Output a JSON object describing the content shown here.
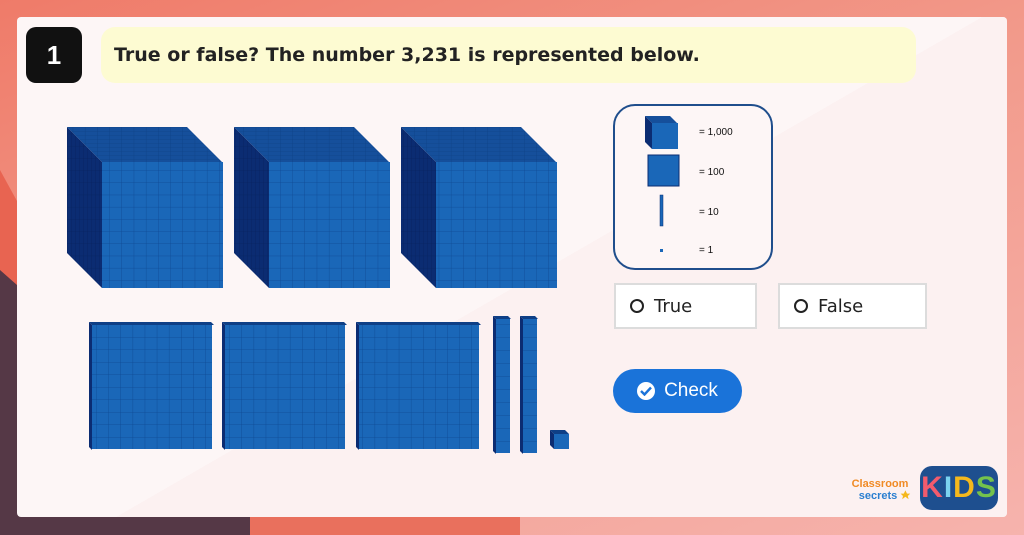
{
  "question": {
    "number": "1",
    "text": "True or false? The number 3,231 is represented below."
  },
  "key": {
    "items": [
      {
        "icon": "thousand-cube-icon",
        "label": "= 1,000"
      },
      {
        "icon": "hundred-flat-icon",
        "label": "= 100"
      },
      {
        "icon": "ten-rod-icon",
        "label": "= 10"
      },
      {
        "icon": "one-unit-icon",
        "label": "= 1"
      }
    ]
  },
  "blocks": {
    "thousands": 3,
    "hundreds": 3,
    "tens": 2,
    "ones": 1
  },
  "options": [
    {
      "label": "True",
      "selected": false
    },
    {
      "label": "False",
      "selected": false
    }
  ],
  "check_button": {
    "label": "Check",
    "icon": "check-circle-icon"
  },
  "branding": {
    "classroom_secrets": "Classroom secrets",
    "kids": "KIDS"
  },
  "colors": {
    "block_front": "#1a67b8",
    "block_side": "#0b2c72",
    "block_top": "#144f9a",
    "accent": "#1a73d9",
    "question_bg": "#fdfbd2"
  }
}
